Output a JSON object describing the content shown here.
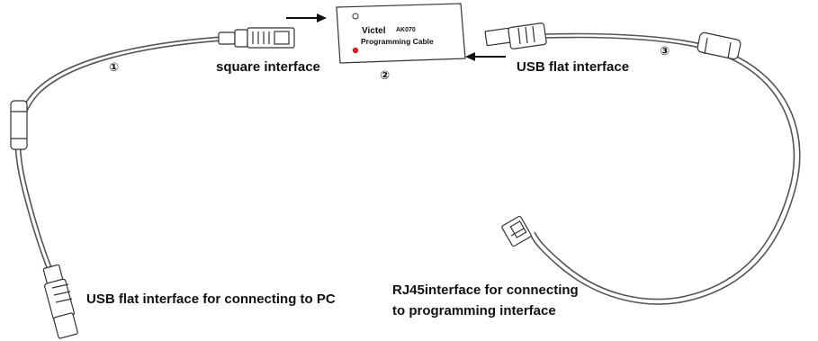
{
  "box": {
    "brand": "Victel",
    "model": "AK070",
    "title": "Programming Cable",
    "marker": "②"
  },
  "cable1": {
    "marker": "①",
    "top_label": "square interface",
    "bottom_label": "USB flat interface for connecting to PC"
  },
  "cable3": {
    "marker": "③",
    "top_label": "USB flat interface",
    "bottom_label_line1": "RJ45interface for connecting",
    "bottom_label_line2": "to programming interface"
  },
  "colors": {
    "cable": "#555555",
    "connector_fill": "#ffffff",
    "box_dot_red": "#d62020"
  },
  "icons": [
    "arrow-right-icon",
    "arrow-left-icon"
  ]
}
